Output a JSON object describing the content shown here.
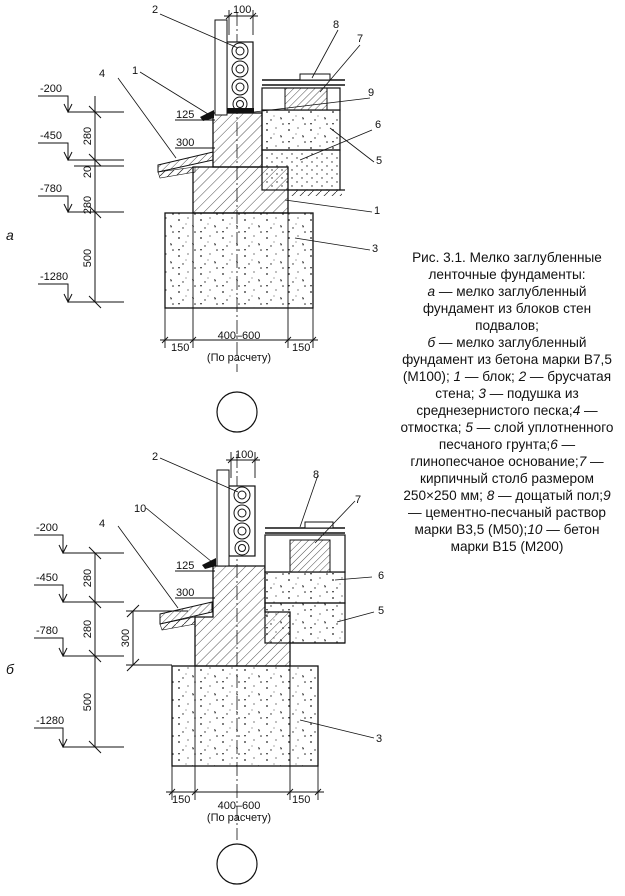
{
  "figure_a": {
    "label": "а",
    "levels": [
      "-200",
      "-450",
      "-780",
      "-1280"
    ],
    "heights": [
      "280",
      "20",
      "280",
      "500"
    ],
    "dims": {
      "top": "100",
      "d125": "125",
      "d300": "300",
      "left": "150",
      "right": "150",
      "width": "400–600",
      "note": "(По расчету)"
    },
    "callouts": [
      "2",
      "8",
      "7",
      "1",
      "9",
      "4",
      "6",
      "5",
      "1",
      "3"
    ]
  },
  "figure_b": {
    "label": "б",
    "levels": [
      "-200",
      "-450",
      "-780",
      "-1280"
    ],
    "heights": [
      "280",
      "280",
      "500"
    ],
    "dims": {
      "top": "100",
      "d125": "125",
      "d300": "300",
      "v300": "300",
      "left": "150",
      "right": "150",
      "width": "400–600",
      "note": "(По расчету)"
    },
    "callouts": [
      "2",
      "8",
      "10",
      "7",
      "4",
      "6",
      "5",
      "3"
    ]
  },
  "caption": {
    "title": "Рис. 3.1. Мелко заглубленные ленточные фундаменты:",
    "parts": [
      {
        "key": "а",
        "text": " — мелко заглубленный фундамент из блоков стен подвалов;"
      },
      {
        "key": "б",
        "text": " — мелко заглубленный фундамент из бетона марки В7,5 (М100); "
      },
      {
        "key": "1",
        "text": " — блок; "
      },
      {
        "key": "2",
        "text": " — брусчатая стена; "
      },
      {
        "key": "3",
        "text": " — подушка из среднезернистого песка;"
      },
      {
        "key": "4",
        "text": " — отмостка; "
      },
      {
        "key": "5",
        "text": " — слой уплотненного песчаного грунта;"
      },
      {
        "key": "6",
        "text": " — глинопесчаное основание;"
      },
      {
        "key": "7",
        "text": " — кирпичный столб размером 250×250 мм; "
      },
      {
        "key": "8",
        "text": " — дощатый пол;"
      },
      {
        "key": "9",
        "text": " — цементно-песчаный раствор марки В3,5 (М50);"
      },
      {
        "key": "10",
        "text": " — бетон марки В15 (М200)"
      }
    ]
  }
}
